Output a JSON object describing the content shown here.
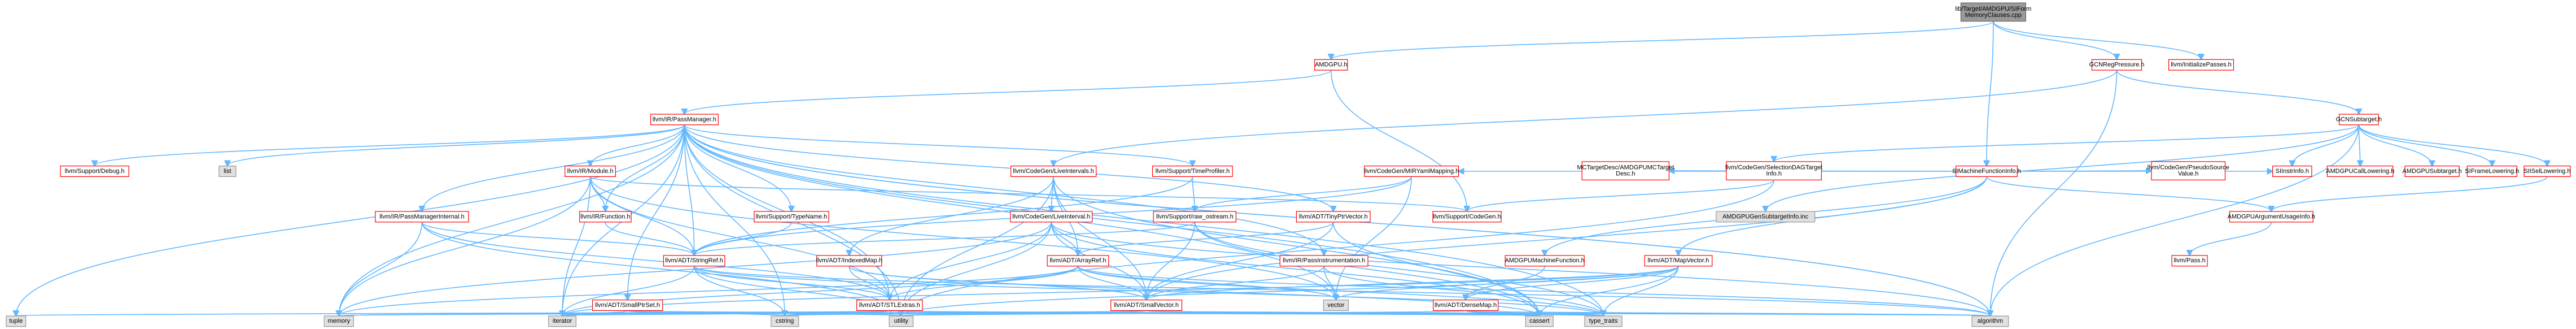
{
  "colors": {
    "root_fill": "#999999",
    "doc_fill": "#ffffff",
    "doc_border": "#ff0000",
    "plain_fill": "#e0e0e0",
    "plain_border": "#999999",
    "edge": "#63b8ff"
  },
  "nodes": [
    {
      "id": "root",
      "label": [
        "lib/Target/AMDGPU/SIForm",
        "MemoryClauses.cpp"
      ],
      "kind": "root"
    },
    {
      "id": "amdgpu_h",
      "label": [
        "AMDGPU.h"
      ],
      "kind": "doc"
    },
    {
      "id": "gcnregpressure",
      "label": [
        "GCNRegPressure.h"
      ],
      "kind": "doc"
    },
    {
      "id": "initpasses",
      "label": [
        "llvm/InitializePasses.h"
      ],
      "kind": "doc"
    },
    {
      "id": "passmanager",
      "label": [
        "llvm/IR/PassManager.h"
      ],
      "kind": "doc"
    },
    {
      "id": "simfi",
      "label": [
        "SIMachineFunctionInfo.h"
      ],
      "kind": "doc"
    },
    {
      "id": "gcnsubtarget",
      "label": [
        "GCNSubtarget.h"
      ],
      "kind": "doc"
    },
    {
      "id": "support_debug",
      "label": [
        "llvm/Support/Debug.h"
      ],
      "kind": "doc"
    },
    {
      "id": "list",
      "label": [
        "list"
      ],
      "kind": "plain"
    },
    {
      "id": "ir_module",
      "label": [
        "llvm/IR/Module.h"
      ],
      "kind": "doc"
    },
    {
      "id": "livintervals",
      "label": [
        "llvm/CodeGen/LiveIntervals.h"
      ],
      "kind": "doc"
    },
    {
      "id": "timeprofiler",
      "label": [
        "llvm/Support/TimeProfiler.h"
      ],
      "kind": "doc"
    },
    {
      "id": "mirymlmapping",
      "label": [
        "llvm/CodeGen/MIRYamlMapping.h"
      ],
      "kind": "doc"
    },
    {
      "id": "mctargetdesc",
      "label": [
        "MCTargetDesc/AMDGPUMCTarget",
        "Desc.h"
      ],
      "kind": "doc"
    },
    {
      "id": "seldagtargetinfo",
      "label": [
        "llvm/CodeGen/SelectionDAGTarget",
        "Info.h"
      ],
      "kind": "doc"
    },
    {
      "id": "pseudosource",
      "label": [
        "llvm/CodeGen/PseudoSource",
        "Value.h"
      ],
      "kind": "doc"
    },
    {
      "id": "siinstrinfo",
      "label": [
        "SIInstrInfo.h"
      ],
      "kind": "doc"
    },
    {
      "id": "callowering",
      "label": [
        "AMDGPUCallLowering.h"
      ],
      "kind": "doc"
    },
    {
      "id": "amdgpusubtarget",
      "label": [
        "AMDGPUSubtarget.h"
      ],
      "kind": "doc"
    },
    {
      "id": "siframelowering",
      "label": [
        "SIFrameLowering.h"
      ],
      "kind": "doc"
    },
    {
      "id": "siisellowering",
      "label": [
        "SIISelLowering.h"
      ],
      "kind": "doc"
    },
    {
      "id": "passmanagerinternal",
      "label": [
        "llvm/IR/PassManagerInternal.h"
      ],
      "kind": "doc"
    },
    {
      "id": "ir_function",
      "label": [
        "llvm/IR/Function.h"
      ],
      "kind": "doc"
    },
    {
      "id": "typename",
      "label": [
        "llvm/Support/TypeName.h"
      ],
      "kind": "doc"
    },
    {
      "id": "liveinterval",
      "label": [
        "llvm/CodeGen/LiveInterval.h"
      ],
      "kind": "doc"
    },
    {
      "id": "raw_ostream",
      "label": [
        "llvm/Support/raw_ostream.h"
      ],
      "kind": "doc"
    },
    {
      "id": "tinyptrvector",
      "label": [
        "llvm/ADT/TinyPtrVector.h"
      ],
      "kind": "doc"
    },
    {
      "id": "support_codegen",
      "label": [
        "llvm/Support/CodeGen.h"
      ],
      "kind": "doc"
    },
    {
      "id": "gensubtargetinfo",
      "label": [
        "AMDGPUGenSubtargetInfo.inc"
      ],
      "kind": "plain"
    },
    {
      "id": "argusageinfo",
      "label": [
        "AMDGPUArgumentUsageInfo.h"
      ],
      "kind": "doc"
    },
    {
      "id": "stringref",
      "label": [
        "llvm/ADT/StringRef.h"
      ],
      "kind": "doc"
    },
    {
      "id": "indexedmap",
      "label": [
        "llvm/ADT/IndexedMap.h"
      ],
      "kind": "doc"
    },
    {
      "id": "arrayref",
      "label": [
        "llvm/ADT/ArrayRef.h"
      ],
      "kind": "doc"
    },
    {
      "id": "passinstrumentation",
      "label": [
        "llvm/IR/PassInstrumentation.h"
      ],
      "kind": "doc"
    },
    {
      "id": "amdgpumfi",
      "label": [
        "AMDGPUMachineFunction.h"
      ],
      "kind": "doc"
    },
    {
      "id": "mapvector",
      "label": [
        "llvm/ADT/MapVector.h"
      ],
      "kind": "doc"
    },
    {
      "id": "pass_h",
      "label": [
        "llvm/Pass.h"
      ],
      "kind": "doc"
    },
    {
      "id": "smallptrset",
      "label": [
        "llvm/ADT/SmallPtrSet.h"
      ],
      "kind": "doc"
    },
    {
      "id": "stlextras",
      "label": [
        "llvm/ADT/STLExtras.h"
      ],
      "kind": "doc"
    },
    {
      "id": "smallvector",
      "label": [
        "llvm/ADT/SmallVector.h"
      ],
      "kind": "doc"
    },
    {
      "id": "vector",
      "label": [
        "vector"
      ],
      "kind": "plain"
    },
    {
      "id": "densemap",
      "label": [
        "llvm/ADT/DenseMap.h"
      ],
      "kind": "doc"
    },
    {
      "id": "tuple",
      "label": [
        "tuple"
      ],
      "kind": "plain"
    },
    {
      "id": "memory",
      "label": [
        "memory"
      ],
      "kind": "plain"
    },
    {
      "id": "iterator",
      "label": [
        "iterator"
      ],
      "kind": "plain"
    },
    {
      "id": "cstring",
      "label": [
        "cstring"
      ],
      "kind": "plain"
    },
    {
      "id": "utility",
      "label": [
        "utility"
      ],
      "kind": "plain"
    },
    {
      "id": "cassert",
      "label": [
        "cassert"
      ],
      "kind": "plain"
    },
    {
      "id": "type_traits",
      "label": [
        "type_traits"
      ],
      "kind": "plain"
    },
    {
      "id": "algorithm",
      "label": [
        "algorithm"
      ],
      "kind": "plain"
    }
  ],
  "edges": [
    [
      "root",
      "amdgpu_h"
    ],
    [
      "root",
      "gcnregpressure"
    ],
    [
      "root",
      "initpasses"
    ],
    [
      "root",
      "simfi"
    ],
    [
      "amdgpu_h",
      "passmanager"
    ],
    [
      "amdgpu_h",
      "support_codegen"
    ],
    [
      "gcnregpressure",
      "gcnsubtarget"
    ],
    [
      "gcnregpressure",
      "livintervals"
    ],
    [
      "gcnregpressure",
      "algorithm"
    ],
    [
      "passmanager",
      "support_debug"
    ],
    [
      "passmanager",
      "list"
    ],
    [
      "passmanager",
      "ir_module"
    ],
    [
      "passmanager",
      "passmanagerinternal"
    ],
    [
      "passmanager",
      "ir_function"
    ],
    [
      "passmanager",
      "typename"
    ],
    [
      "passmanager",
      "timeprofiler"
    ],
    [
      "passmanager",
      "passinstrumentation"
    ],
    [
      "passmanager",
      "stringref"
    ],
    [
      "passmanager",
      "stlextras"
    ],
    [
      "passmanager",
      "smallptrset"
    ],
    [
      "passmanager",
      "tinyptrvector"
    ],
    [
      "passmanager",
      "tuple"
    ],
    [
      "passmanager",
      "memory"
    ],
    [
      "passmanager",
      "iterator"
    ],
    [
      "passmanager",
      "cstring"
    ],
    [
      "passmanager",
      "vector"
    ],
    [
      "passmanager",
      "type_traits"
    ],
    [
      "passmanager",
      "cassert"
    ],
    [
      "passmanager",
      "utility"
    ],
    [
      "passmanager",
      "algorithm"
    ],
    [
      "simfi",
      "mirymlmapping"
    ],
    [
      "simfi",
      "amdgpumfi"
    ],
    [
      "simfi",
      "siinstrinfo"
    ],
    [
      "simfi",
      "pseudosource"
    ],
    [
      "simfi",
      "mctargetdesc"
    ],
    [
      "simfi",
      "argusageinfo"
    ],
    [
      "simfi",
      "smallvector"
    ],
    [
      "simfi",
      "mapvector"
    ],
    [
      "gcnsubtarget",
      "siinstrinfo"
    ],
    [
      "gcnsubtarget",
      "callowering"
    ],
    [
      "gcnsubtarget",
      "amdgpusubtarget"
    ],
    [
      "gcnsubtarget",
      "siframelowering"
    ],
    [
      "gcnsubtarget",
      "siisellowering"
    ],
    [
      "gcnsubtarget",
      "gensubtargetinfo"
    ],
    [
      "gcnsubtarget",
      "seldagtargetinfo"
    ],
    [
      "gcnsubtarget",
      "algorithm"
    ],
    [
      "ir_module",
      "ir_function"
    ],
    [
      "ir_module",
      "stringref"
    ],
    [
      "ir_module",
      "stlextras"
    ],
    [
      "ir_module",
      "iterator"
    ],
    [
      "ir_module",
      "memory"
    ],
    [
      "ir_module",
      "support_codegen"
    ],
    [
      "ir_module",
      "vector"
    ],
    [
      "livintervals",
      "liveinterval"
    ],
    [
      "livintervals",
      "indexedmap"
    ],
    [
      "livintervals",
      "arrayref"
    ],
    [
      "livintervals",
      "smallvector"
    ],
    [
      "livintervals",
      "cassert"
    ],
    [
      "livintervals",
      "utility"
    ],
    [
      "timeprofiler",
      "raw_ostream"
    ],
    [
      "timeprofiler",
      "stringref"
    ],
    [
      "mirymlmapping",
      "raw_ostream"
    ],
    [
      "mirymlmapping",
      "vector"
    ],
    [
      "mirymlmapping",
      "stringref"
    ],
    [
      "seldagtargetinfo",
      "support_codegen"
    ],
    [
      "seldagtargetinfo",
      "utility"
    ],
    [
      "siisellowering",
      "argusageinfo"
    ],
    [
      "argusageinfo",
      "pass_h"
    ],
    [
      "passmanagerinternal",
      "stlextras"
    ],
    [
      "passmanagerinternal",
      "stringref"
    ],
    [
      "passmanagerinternal",
      "memory"
    ],
    [
      "passmanagerinternal",
      "utility"
    ],
    [
      "ir_function",
      "stringref"
    ],
    [
      "typename",
      "stringref"
    ],
    [
      "liveinterval",
      "arrayref"
    ],
    [
      "liveinterval",
      "smallvector"
    ],
    [
      "liveinterval",
      "stlextras"
    ],
    [
      "liveinterval",
      "cassert"
    ],
    [
      "liveinterval",
      "algorithm"
    ],
    [
      "liveinterval",
      "memory"
    ],
    [
      "liveinterval",
      "utility"
    ],
    [
      "raw_ostream",
      "stringref"
    ],
    [
      "raw_ostream",
      "smallvector"
    ],
    [
      "raw_ostream",
      "cassert"
    ],
    [
      "raw_ostream",
      "type_traits"
    ],
    [
      "tinyptrvector",
      "arrayref"
    ],
    [
      "tinyptrvector",
      "smallvector"
    ],
    [
      "tinyptrvector",
      "cassert"
    ],
    [
      "stringref",
      "stlextras"
    ],
    [
      "stringref",
      "iterator"
    ],
    [
      "stringref",
      "cstring"
    ],
    [
      "stringref",
      "utility"
    ],
    [
      "stringref",
      "type_traits"
    ],
    [
      "stringref",
      "algorithm"
    ],
    [
      "indexedmap",
      "stlextras"
    ],
    [
      "indexedmap",
      "smallvector"
    ],
    [
      "indexedmap",
      "cassert"
    ],
    [
      "arrayref",
      "stlextras"
    ],
    [
      "arrayref",
      "smallvector"
    ],
    [
      "arrayref",
      "vector"
    ],
    [
      "arrayref",
      "iterator"
    ],
    [
      "arrayref",
      "memory"
    ],
    [
      "arrayref",
      "type_traits"
    ],
    [
      "arrayref",
      "algorithm"
    ],
    [
      "passinstrumentation",
      "smallvector"
    ],
    [
      "passinstrumentation",
      "vector"
    ],
    [
      "passinstrumentation",
      "type_traits"
    ],
    [
      "amdgpumfi",
      "densemap"
    ],
    [
      "mapvector",
      "densemap"
    ],
    [
      "mapvector",
      "smallvector"
    ],
    [
      "mapvector",
      "vector"
    ],
    [
      "mapvector",
      "cassert"
    ],
    [
      "mapvector",
      "type_traits"
    ],
    [
      "mapvector",
      "utility"
    ],
    [
      "mapvector",
      "iterator"
    ],
    [
      "smallptrset",
      "cstring"
    ],
    [
      "smallptrset",
      "utility"
    ],
    [
      "smallptrset",
      "iterator"
    ],
    [
      "smallptrset",
      "cassert"
    ],
    [
      "stlextras",
      "tuple"
    ],
    [
      "stlextras",
      "iterator"
    ],
    [
      "stlextras",
      "memory"
    ],
    [
      "stlextras",
      "utility"
    ],
    [
      "stlextras",
      "cassert"
    ],
    [
      "stlextras",
      "type_traits"
    ],
    [
      "stlextras",
      "algorithm"
    ],
    [
      "stlextras",
      "cstring"
    ],
    [
      "smallvector",
      "memory"
    ],
    [
      "smallvector",
      "iterator"
    ],
    [
      "smallvector",
      "utility"
    ],
    [
      "smallvector",
      "cstring"
    ],
    [
      "smallvector",
      "cassert"
    ],
    [
      "smallvector",
      "type_traits"
    ],
    [
      "smallvector",
      "algorithm"
    ],
    [
      "densemap",
      "cassert"
    ],
    [
      "densemap",
      "utility"
    ],
    [
      "densemap",
      "type_traits"
    ],
    [
      "densemap",
      "algorithm"
    ],
    [
      "passmanager",
      "algorithm"
    ]
  ]
}
